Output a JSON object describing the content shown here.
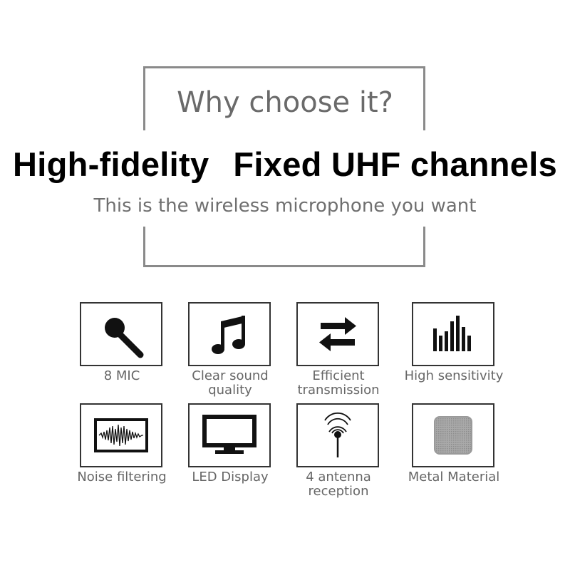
{
  "header": {
    "question": "Why choose it?",
    "headline_left": "High-fidelity",
    "headline_right": "Fixed UHF channels",
    "subline": "This is the wireless microphone you want"
  },
  "features": [
    {
      "label": "8 MIC",
      "icon": "microphone-icon"
    },
    {
      "label": "Clear sound quality",
      "icon": "music-note-icon"
    },
    {
      "label": "Efficient transmission",
      "icon": "transfer-arrows-icon"
    },
    {
      "label": "High sensitivity",
      "icon": "signal-bars-icon"
    },
    {
      "label": "Noise filtering",
      "icon": "waveform-icon"
    },
    {
      "label": "LED Display",
      "icon": "monitor-icon"
    },
    {
      "label": "4 antenna reception",
      "icon": "antenna-icon"
    },
    {
      "label": "Metal Material",
      "icon": "metal-mesh-icon"
    }
  ],
  "colors": {
    "frame": "#8a8a8a",
    "label": "#666666",
    "headline": "#000000"
  }
}
